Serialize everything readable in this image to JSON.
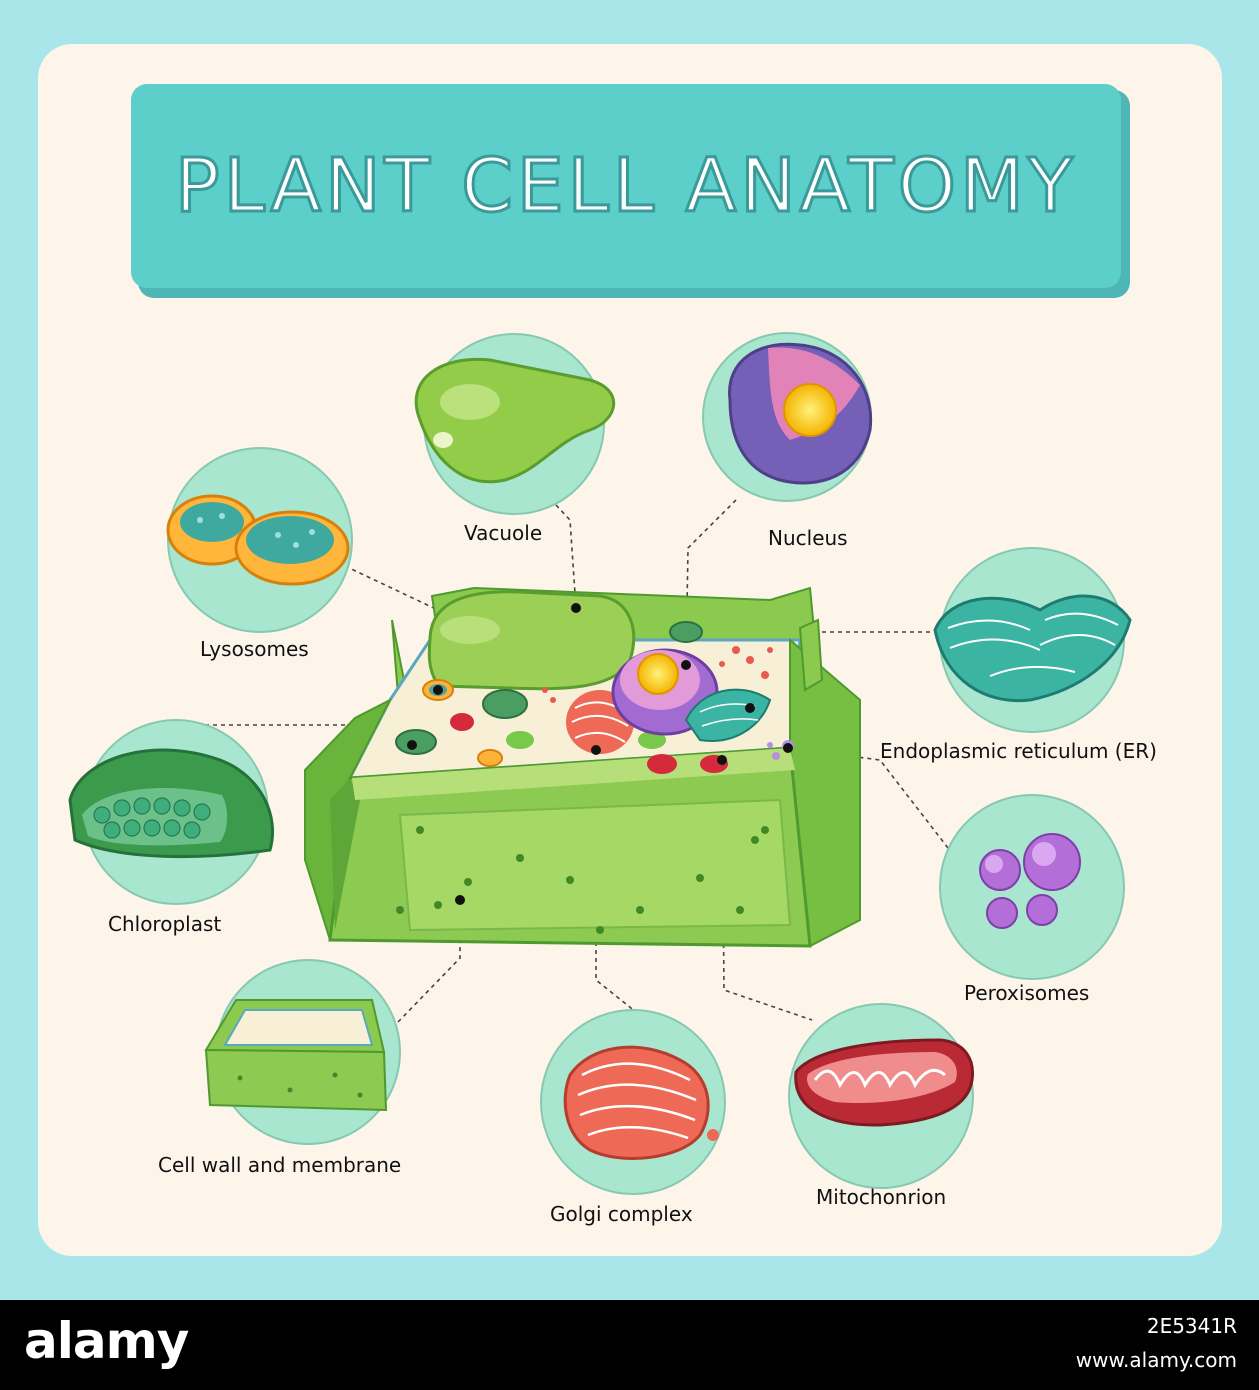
{
  "title": "PLANT CELL ANATOMY",
  "labels": {
    "vacuole": "Vacuole",
    "nucleus": "Nucleus",
    "lysosomes": "Lysosomes",
    "er": "Endoplasmic reticulum (ER)",
    "chloroplast": "Chloroplast",
    "peroxisomes": "Peroxisomes",
    "cell_wall": "Cell wall and membrane",
    "golgi": "Golgi complex",
    "mitochondrion": "Mitochonrion"
  },
  "footer": {
    "brand": "alamy",
    "image_id": "2E5341R",
    "url": "www.alamy.com"
  },
  "colors": {
    "background": "#a8e6ea",
    "card": "#fdf5ea",
    "title_box": "#5ccfcb",
    "circle_fill": "#a8e6cf",
    "cell_green": "#7cc24a"
  }
}
